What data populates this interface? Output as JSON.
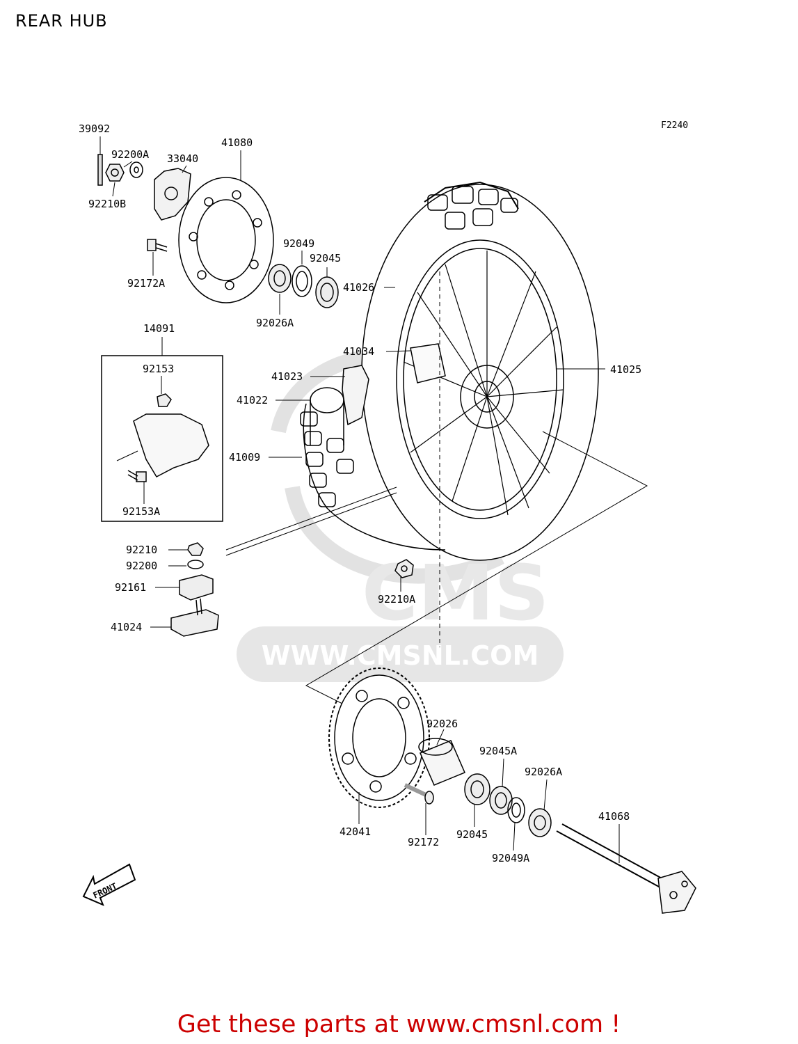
{
  "page": {
    "title": "REAR HUB",
    "figure_code": "F2240"
  },
  "watermark": {
    "brand": "CMS",
    "url": "WWW.CMSNL.COM"
  },
  "front_arrow": {
    "label": "FRONT"
  },
  "footer": {
    "text": "Get these parts at www.cmsnl.com !",
    "color": "#cc0000"
  },
  "part_numbers": [
    "39092",
    "92200A",
    "33040",
    "41080",
    "92210B",
    "92172A",
    "92049",
    "92045",
    "92026A",
    "41026",
    "14091",
    "92153",
    "41034",
    "41025",
    "41023",
    "41022",
    "41009",
    "92153A",
    "92210",
    "92200",
    "92161",
    "41024",
    "92210A",
    "92026",
    "92045A",
    "92026A",
    "41068",
    "42041",
    "92172",
    "92045",
    "92049A"
  ]
}
